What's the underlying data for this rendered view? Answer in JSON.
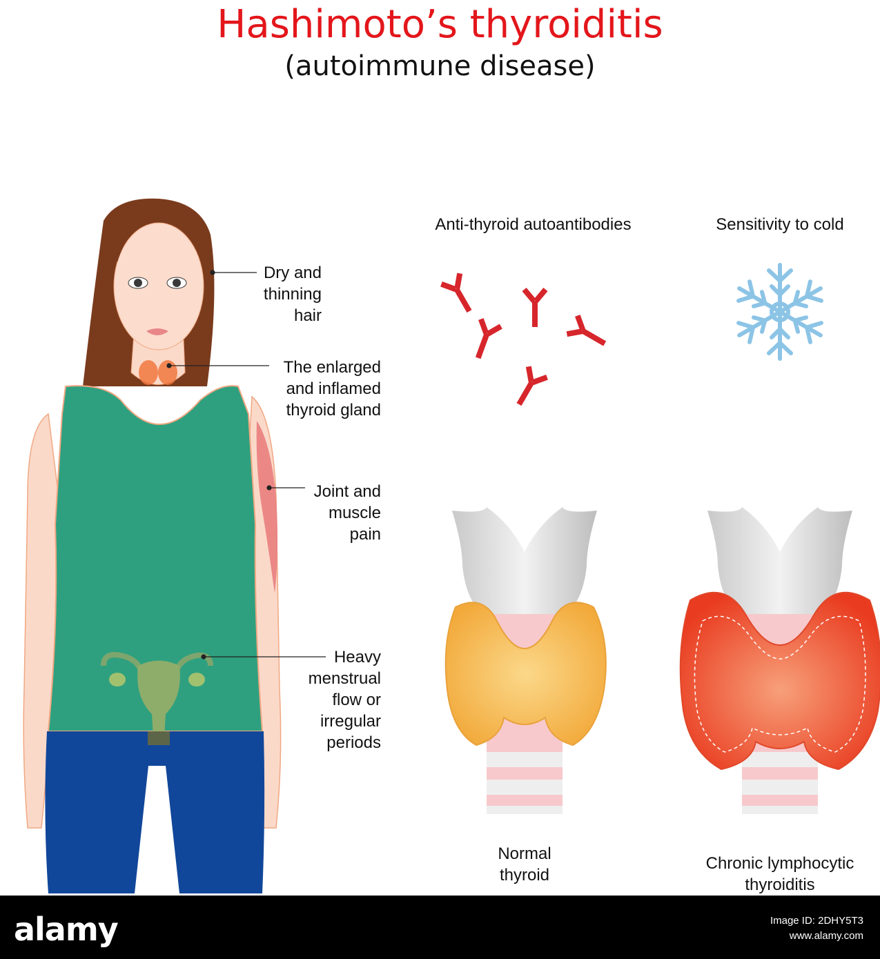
{
  "title": "Hashimoto’s thyroiditis",
  "subtitle": "(autoimmune disease)",
  "symptoms": {
    "hair": [
      "Dry and",
      "thinning",
      "hair"
    ],
    "thyroid": [
      "The enlarged",
      "and inflamed",
      "thyroid gland"
    ],
    "joint": [
      "Joint and",
      "muscle",
      "pain"
    ],
    "menstrual": [
      "Heavy",
      "menstrual",
      "flow or",
      "irregular",
      "periods"
    ]
  },
  "antibodies_label": "Anti-thyroid autoantibodies",
  "cold_label": "Sensitivity to cold",
  "normal_thyroid": [
    "Normal",
    "thyroid"
  ],
  "chronic_thyroid": [
    "Chronic lymphocytic",
    "thyroiditis"
  ],
  "footer": {
    "logo": "alamy",
    "image_id_line": "Image ID: 2DHY5T3",
    "site": "www.alamy.com"
  },
  "colors": {
    "title": "#e3161b",
    "shirt": "#2ea07f",
    "jeans": "#11479a",
    "antibody": "#d6262c",
    "snowflake": "#8cc4e6",
    "normal_gland": "#f6b94a",
    "inflamed_gland": "#ee4a2a"
  }
}
